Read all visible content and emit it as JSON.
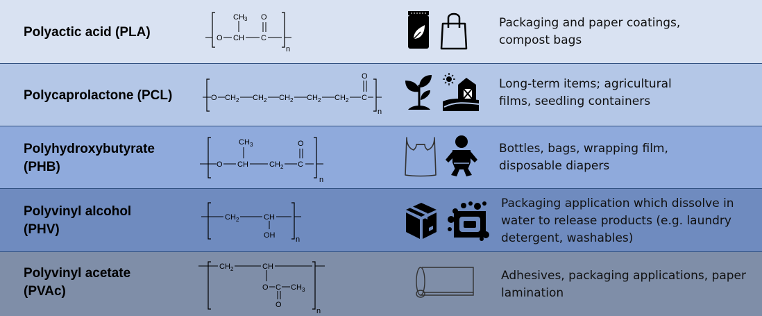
{
  "rows": [
    {
      "name_lines": [
        "Polyactic acid (PLA)"
      ],
      "desc_lines": [
        "Packaging and paper coatings,",
        "compost bags"
      ],
      "icons": [
        "compost-bag-icon",
        "shopping-bag-icon"
      ],
      "bg": "#d9e2f2"
    },
    {
      "name_lines": [
        "Polycaprolactone (PCL)"
      ],
      "desc_lines": [
        "Long-term items; agricultural",
        "films, seedling containers"
      ],
      "icons": [
        "seedling-icon",
        "farm-barn-icon"
      ],
      "bg": "#b4c7e7"
    },
    {
      "name_lines": [
        "Polyhydroxybutyrate",
        "(PHB)"
      ],
      "desc_lines": [
        "Bottles, bags, wrapping film,",
        "disposable diapers"
      ],
      "icons": [
        "plastic-bag-icon",
        "baby-diaper-icon"
      ],
      "bg": "#8faadc"
    },
    {
      "name_lines": [
        "Polyvinyl alcohol",
        "(PHV)"
      ],
      "desc_lines": [
        "Packaging application which dissolve in",
        "water to release products (e.g. laundry",
        "detergent, washables)"
      ],
      "icons": [
        "package-box-icon",
        "soap-bubbles-icon"
      ],
      "bg": "#6f8bbf"
    },
    {
      "name_lines": [
        "Polyvinyl acetate",
        "(PVAc)"
      ],
      "desc_lines": [
        "Adhesives, packaging applications, paper",
        "lamination"
      ],
      "icons": [
        "paper-roll-icon"
      ],
      "bg": "#7f8ea8"
    }
  ],
  "formulas": {
    "o": "O",
    "ch": "CH",
    "c": "C",
    "ch2": "CH",
    "ch3": "CH",
    "sub2": "2",
    "sub3": "3",
    "oh": "OH",
    "n": "n"
  }
}
